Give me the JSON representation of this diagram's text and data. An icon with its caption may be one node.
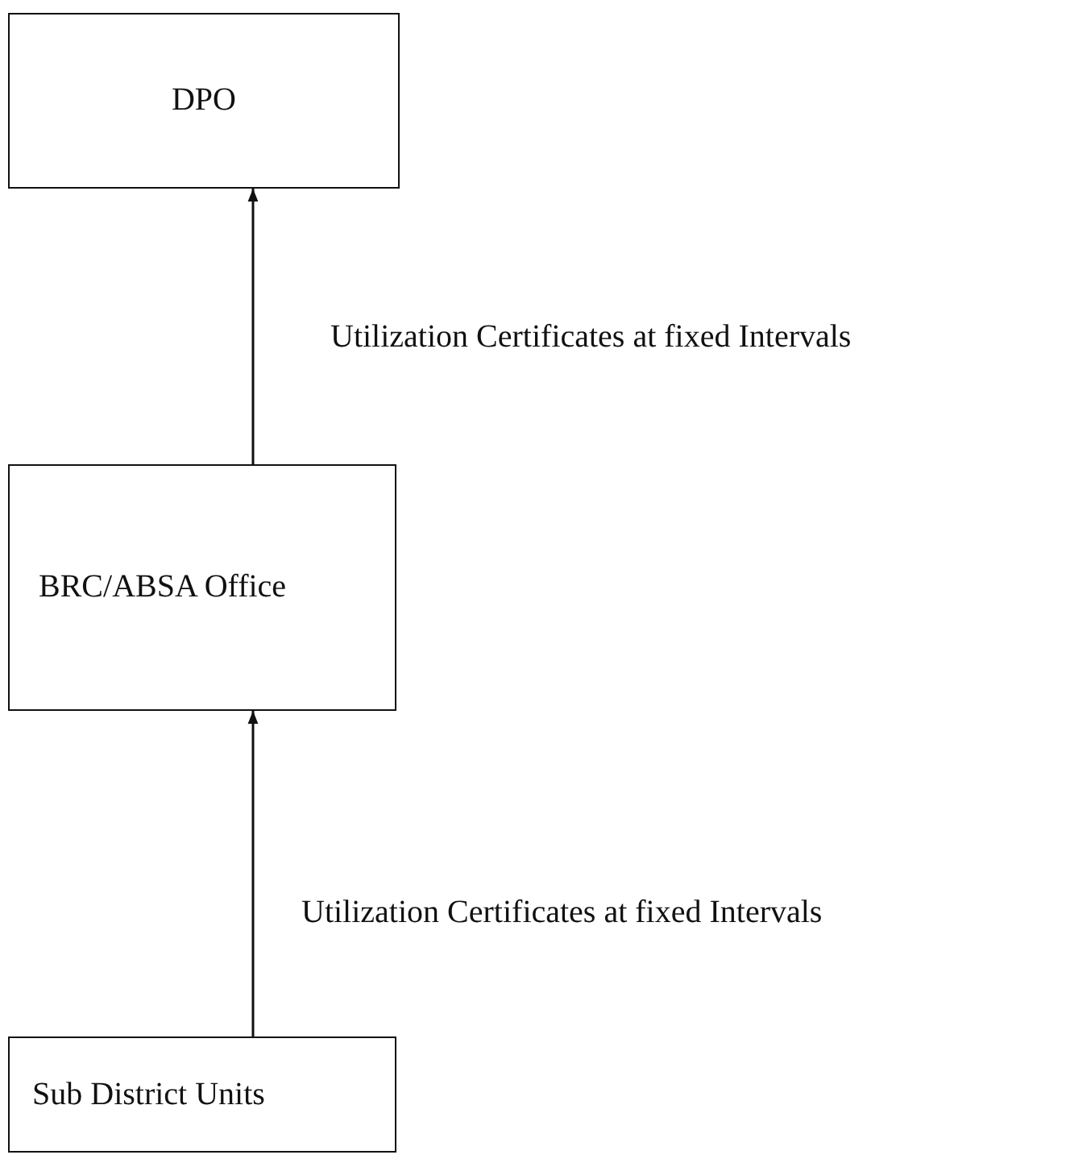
{
  "diagram": {
    "nodes": [
      {
        "text": [
          "DPO"
        ]
      },
      {
        "text": [
          "BRC/ABSA Office"
        ]
      },
      {
        "text": [
          "Sub District Units"
        ]
      }
    ],
    "edges": [
      {
        "from": 2,
        "to": 1,
        "arrow": "to",
        "label": "Utilization Certificates at fixed Intervals"
      },
      {
        "from": 1,
        "to": 0,
        "arrow": "to",
        "label": "Utilization Certificates at fixed Intervals"
      }
    ]
  }
}
